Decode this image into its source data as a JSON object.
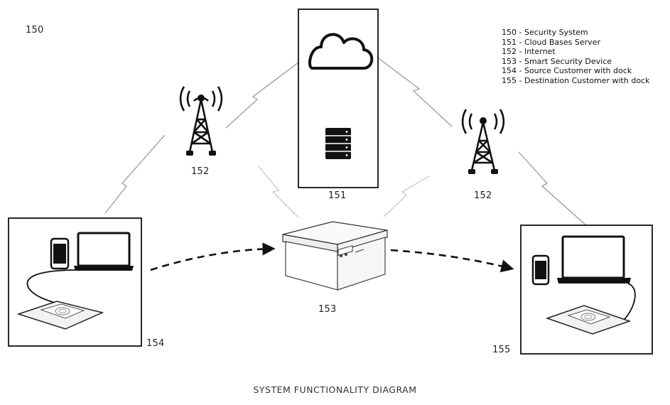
{
  "figure_number": "150",
  "legend": [
    "150 - Security System",
    "151 - Cloud Bases Server",
    "152 - Internet",
    "153 - Smart Security Device",
    "154 - Source Customer with dock",
    "155 - Destination Customer with dock"
  ],
  "labels": {
    "server": "151",
    "tower_left": "152",
    "tower_right": "152",
    "device": "153",
    "source_customer": "154",
    "destination_customer": "155"
  },
  "caption": "SYSTEM FUNCTIONALITY DIAGRAM",
  "colors": {
    "line": "#111111",
    "signal": "#bbbbbb",
    "box_fill": "#ffffff"
  },
  "icons": [
    "cloud-icon",
    "server-rack-icon",
    "radio-tower-icon",
    "smartphone-icon",
    "laptop-icon",
    "dock-pad-icon",
    "security-box-icon",
    "dashed-arrow-icon"
  ]
}
